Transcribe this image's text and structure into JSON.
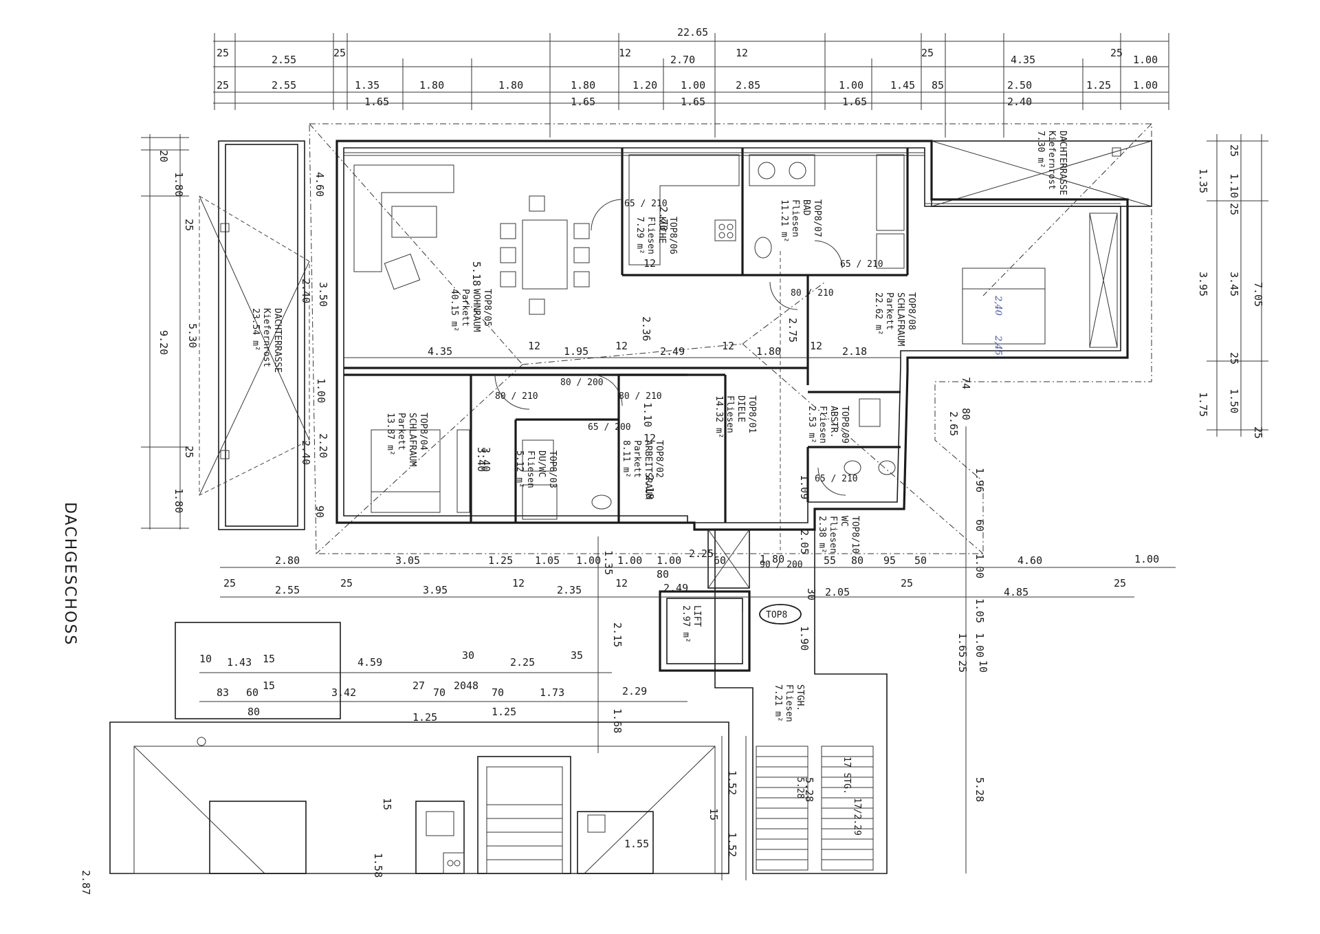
{
  "drawing": {
    "floor_title": "DACHGESCHOSS",
    "top_dims": {
      "overall": "22.65",
      "row1": [
        "25",
        "2.55",
        "25",
        "12",
        "2.70",
        "12",
        "25",
        "4.35",
        "25",
        "1.00"
      ],
      "row2": [
        "25",
        "2.55",
        "1.35",
        "1.80",
        "1.80",
        "1.80",
        "1.20",
        "1.00",
        "2.85",
        "1.00",
        "1.45",
        "85",
        "2.50",
        "1.25",
        "1.00"
      ],
      "row3": [
        "1.65",
        "1.65",
        "1.65",
        "1.65",
        "2.40"
      ]
    },
    "left_dims": [
      "20",
      "1.80",
      "25",
      "9.20",
      "5.30",
      "25",
      "1.80",
      "4.60",
      "3.50",
      "2.40",
      "1.00",
      "2.20",
      "2.40",
      "90",
      "3.40"
    ],
    "right_dims": [
      "25",
      "1.35",
      "1.10",
      "25",
      "3.95",
      "3.45",
      "7.05",
      "25",
      "1.75",
      "1.50",
      "25",
      "1.96",
      "60",
      "1.00",
      "1.05",
      "1.00",
      "1.65",
      "10",
      "25",
      "5.28"
    ],
    "bottom_dims": {
      "row1": [
        "2.80",
        "3.05",
        "1.25",
        "1.05",
        "1.00",
        "1.35",
        "1.00",
        "1.00",
        "2.25",
        "60",
        "1.80",
        "55",
        "80",
        "95",
        "50",
        "4.60",
        "1.00"
      ],
      "row2": [
        "25",
        "2.55",
        "25",
        "3.95",
        "12",
        "2.35",
        "12",
        "80",
        "2.49",
        "2.05",
        "25",
        "4.85",
        "25"
      ],
      "row3": [
        "10",
        "1.43",
        "15",
        "4.59",
        "30",
        "2.25",
        "35"
      ],
      "row4": [
        "83",
        "60",
        "15",
        "3.42",
        "27",
        "70",
        "20",
        "48",
        "70",
        "1.73",
        "2.29"
      ],
      "row5": [
        "80",
        "1.25",
        "1.25",
        "1.68"
      ],
      "misc": [
        "2.15",
        "1.52",
        "15",
        "1.52",
        "5.28",
        "1.58",
        "15",
        "1.55",
        "2.87"
      ]
    },
    "inner_dims": [
      "4.35",
      "12",
      "1.95",
      "12",
      "2.49",
      "12",
      "1.80",
      "12",
      "2.18",
      "5.18",
      "2.36",
      "2.75",
      "2.70",
      "12",
      "1.10",
      "12",
      "2.18",
      "3.40",
      "1.09",
      "2.05",
      "30",
      "1.90",
      "74",
      "80",
      "2.65"
    ],
    "rooms": [
      {
        "id": "TOP8/05",
        "name": "WOHNRAUM",
        "floor": "Parkett",
        "area": "40.15 m²"
      },
      {
        "id": "TOP8/06",
        "name": "KÜCHE",
        "floor": "Fliesen",
        "area": "7.29 m²"
      },
      {
        "id": "TOP8/07",
        "name": "BAD",
        "floor": "Fliesen",
        "area": "11.21 m²"
      },
      {
        "id": "TOP8/08",
        "name": "SCHLAFRAUM",
        "floor": "Parkett",
        "area": "22.62 m²"
      },
      {
        "id": "TOP8/04",
        "name": "SCHLAFRAUM",
        "floor": "Parkett",
        "area": "13.87 m²"
      },
      {
        "id": "TOP8/03",
        "name": "DU/WC",
        "floor": "Fliesen",
        "area": "5.12 m²"
      },
      {
        "id": "TOP8/02",
        "name": "ARBEITSRAUM",
        "floor": "Parkett",
        "area": "8.11 m²"
      },
      {
        "id": "TOP8/01",
        "name": "DIELE",
        "floor": "Fliesen",
        "area": "14.32 m²"
      },
      {
        "id": "TOP8/09",
        "name": "ABSTR.",
        "floor": "Fliesen",
        "area": "2.53 m²"
      },
      {
        "id": "TOP8/10",
        "name": "WC",
        "floor": "Fliesen",
        "area": "2.38 m²"
      },
      {
        "id": "",
        "name": "LIFT",
        "floor": "",
        "area": "2.97 m²"
      },
      {
        "id": "",
        "name": "STGH.",
        "floor": "Fliesen",
        "area": "7.21 m²"
      }
    ],
    "terraces": [
      {
        "name": "DACHTERRASSE",
        "floor": "Kiefernrost",
        "area": "23.54 m²"
      },
      {
        "name": "DACHTERRASSE",
        "floor": "Kiefernrost",
        "area": "7.30 m²"
      }
    ],
    "doors": [
      "65 / 210",
      "65 / 210",
      "80 / 210",
      "80 / 210",
      "80 / 210",
      "80 / 200",
      "65 / 200",
      "65 / 210",
      "90 / 200"
    ],
    "unit_label": "TOP8",
    "stairs": [
      "17 STG.",
      "17/2.29",
      "5.28"
    ],
    "stair_label": "17 STG. 17/2,29",
    "handwritten": [
      "2,40",
      "2,45"
    ]
  }
}
